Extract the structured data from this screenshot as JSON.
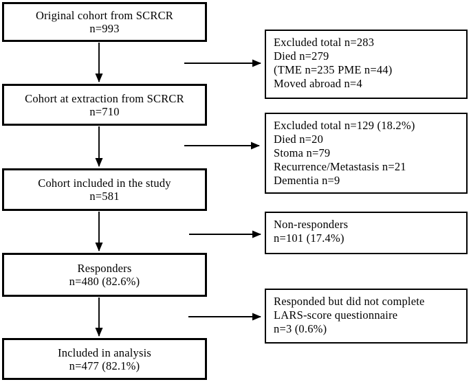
{
  "flowchart": {
    "main_boxes": [
      {
        "line1": "Original cohort from SCRCR",
        "line2": "n=993"
      },
      {
        "line1": "Cohort at extraction from SCRCR",
        "line2": "n=710"
      },
      {
        "line1": "Cohort included in the study",
        "line2": "n=581"
      },
      {
        "line1": "Responders",
        "line2": "n=480 (82.6%)"
      },
      {
        "line1": "Included in analysis",
        "line2": "n=477 (82.1%)"
      }
    ],
    "side_boxes": [
      {
        "lines": [
          "Excluded total n=283",
          "Died n=279",
          "(TME n=235 PME n=44)",
          "Moved abroad n=4"
        ]
      },
      {
        "lines": [
          "Excluded total n=129 (18.2%)",
          "Died n=20",
          "Stoma n=79",
          "Recurrence/Metastasis n=21",
          "Dementia n=9"
        ]
      },
      {
        "lines": [
          "Non-responders",
          "n=101 (17.4%)"
        ]
      },
      {
        "lines": [
          "Responded but did not complete",
          "LARS-score questionnaire",
          "n=3 (0.6%)"
        ]
      }
    ],
    "colors": {
      "border": "#000000",
      "background": "#ffffff",
      "text": "#000000",
      "arrow": "#000000"
    }
  }
}
